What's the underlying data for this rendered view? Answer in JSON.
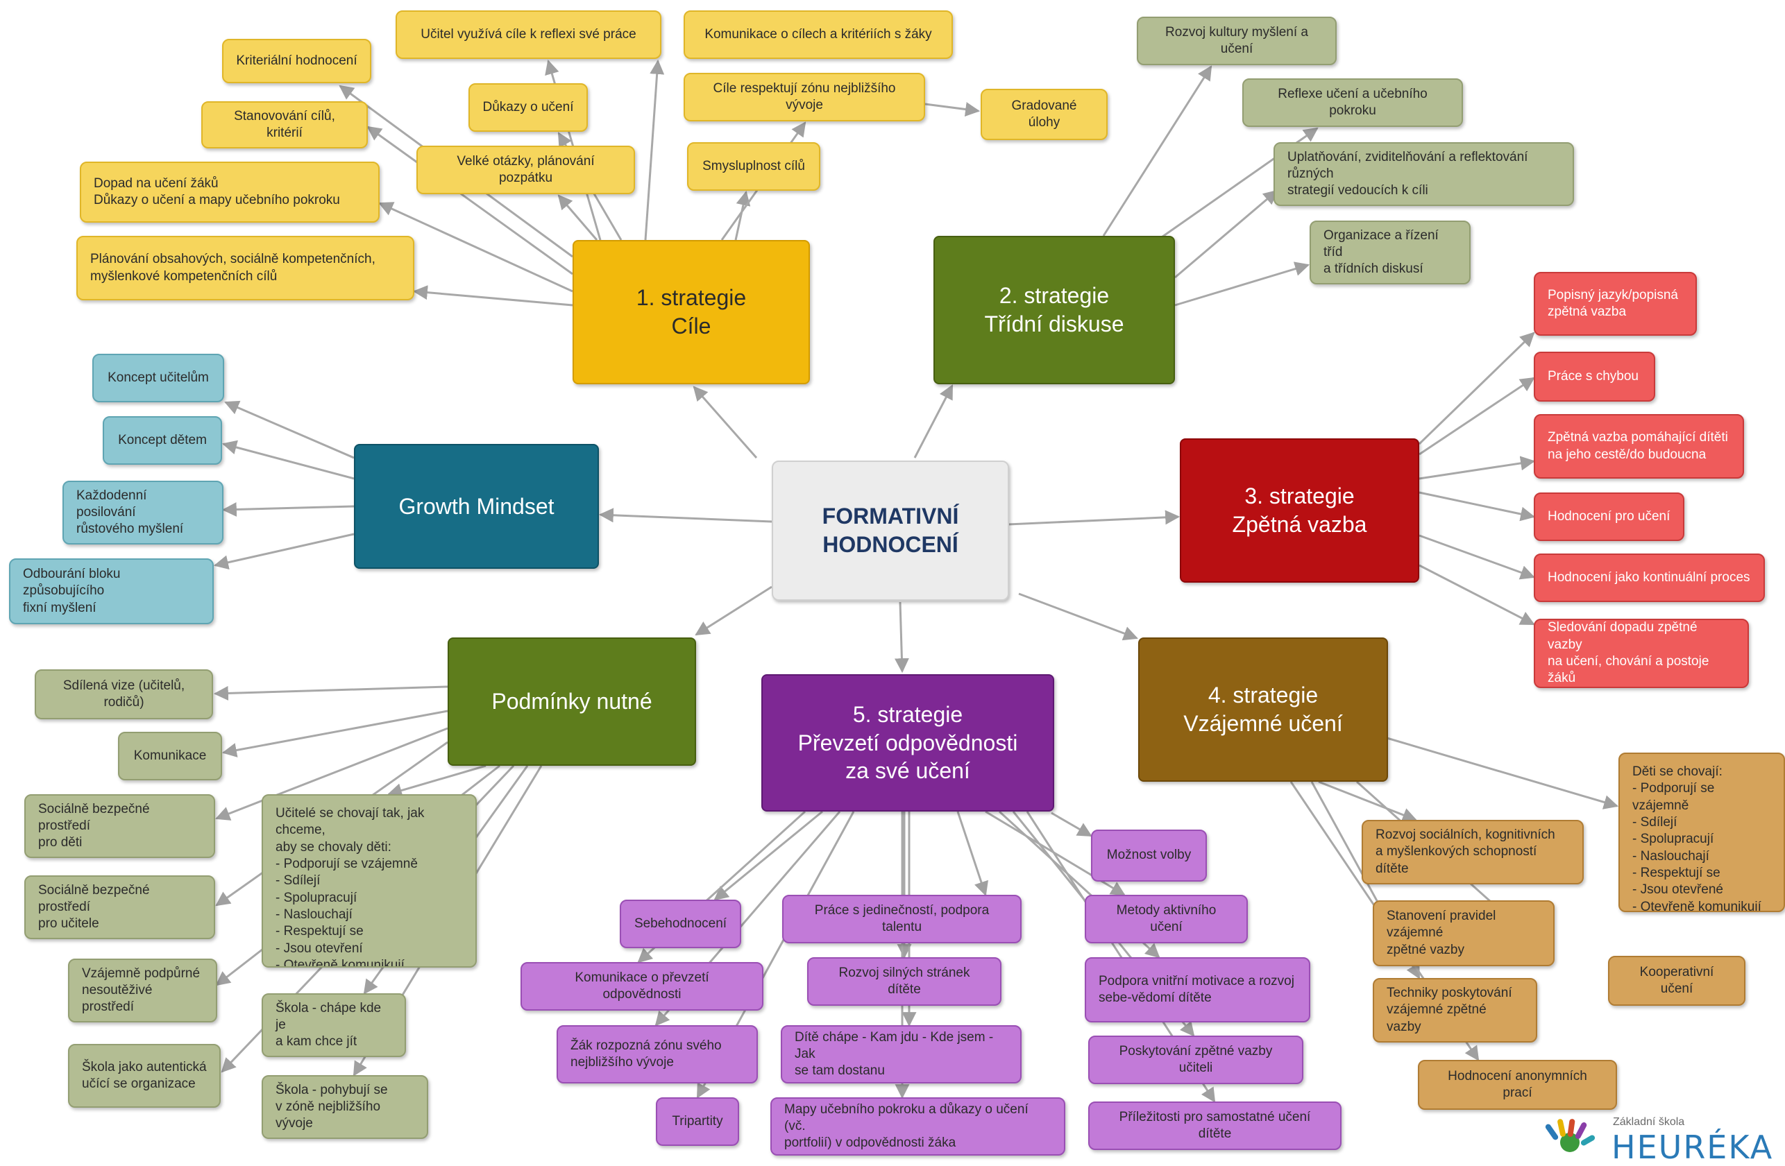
{
  "root": "FORMATIVNÍ\nHODNOCENÍ",
  "hubs": {
    "goals": "1. strategie\nCíle",
    "discussion": "2. strategie\nTřídní diskuse",
    "feedback": "3. strategie\nZpětná vazba",
    "peer": "4. strategie\nVzájemné učení",
    "ownership": "5. strategie\nPřevzetí odpovědnosti\nza své učení",
    "conditions": "Podmínky nutné",
    "mindset": "Growth Mindset"
  },
  "goals_items": [
    "Kriteriální hodnocení",
    "Učitel využívá cíle k reflexi své práce",
    "Komunikace o cílech a kritériích s žáky",
    "Důkazy o učení",
    "Cíle respektují zónu nejbližšího vývoje",
    "Gradované úlohy",
    "Stanovování cílů, kritérií",
    "Smysluplnost cílů",
    "Velké otázky, plánování pozpátku",
    "Dopad na učení žáků\nDůkazy o učení a mapy učebního pokroku",
    "Plánování obsahových, sociálně kompetenčních,\nmyšlenkové kompetenčních cílů"
  ],
  "discussion_items": [
    "Rozvoj kultury myšlení a učení",
    "Reflexe učení a učebního pokroku",
    "Uplatňování, zviditelňování a reflektování  různých\nstrategií vedoucích k cíli",
    "Organizace a řízení tříd\na třídních diskusí"
  ],
  "feedback_items": [
    "Popisný jazyk/popisná\nzpětná vazba",
    "Práce s chybou",
    "Zpětná vazba pomáhající dítěti\nna jeho cestě/do budoucna",
    "Hodnocení pro učení",
    "Hodnocení jako kontinuální proces",
    "Sledování dopadu zpětné vazby\nna učení, chování a postoje žáků"
  ],
  "peer_items": [
    "Děti se chovají:\n- Podporují se vzájemně\n- Sdílejí\n- Spolupracují\n- Naslouchají\n- Respektují se\n- Jsou otevřené\n- Otevřeně komunikují",
    "Rozvoj sociálních, kognitivních\na myšlenkových schopností dítěte",
    "Stanovení pravidel vzájemné\nzpětné vazby",
    "Kooperativní učení",
    "Techniky poskytování\nvzájemné zpětné vazby",
    "Hodnocení anonymních prací"
  ],
  "ownership_items": [
    "Možnost volby",
    "Sebehodnocení",
    "Práce s jedinečností, podpora talentu",
    "Metody aktivního učení",
    "Komunikace o převzetí odpovědnosti",
    "Rozvoj silných stránek dítěte",
    "Podpora vnitřní motivace a rozvoj\nsebe-vědomí dítěte",
    "Žák rozpozná zónu svého\nnejbližšího vývoje",
    "Dítě chápe - Kam jdu - Kde jsem - Jak\nse tam dostanu",
    "Poskytování zpětné vazby učiteli",
    "Tripartity",
    "Mapy učebního pokroku a důkazy o učení (vč.\nportfolií) v odpovědnosti žáka",
    "Příležitosti pro samostatné učení dítěte"
  ],
  "conditions_items": [
    "Sdílená vize (učitelů, rodičů)",
    "Komunikace",
    "Sociálně bezpečné prostředí\npro děti",
    "Učitelé se chovají tak, jak chceme,\naby se chovaly děti:\n- Podporují se vzájemně\n- Sdílejí\n- Spolupracují\n- Naslouchají\n- Respektují se\n- Jsou otevření\n- Otevřeně komunikují",
    "Sociálně bezpečné prostředí\npro učitele",
    "Vzájemně podpůrné\nnesoutěživé prostředí",
    "Škola - chápe kde je\na kam chce jít",
    "Škola jako autentická\nučící se organizace",
    "Škola - pohybují se\nv zóně nejbližšího vývoje"
  ],
  "mindset_items": [
    "Koncept učitelům",
    "Koncept dětem",
    "Každodenní posilování\nrůstového myšlení",
    "Odbourání bloku způsobujícího\nfixní myšlení"
  ],
  "logo": {
    "subtitle": "Základní škola",
    "name": "HEURÉKA"
  },
  "colors": {
    "goals": "#f2b90c",
    "discussion": "#5e7d1c",
    "feedback": "#b80f12",
    "peer": "#8e6213",
    "ownership": "#7e2894",
    "conditions": "#5e7d1c",
    "mindset": "#176d86"
  }
}
